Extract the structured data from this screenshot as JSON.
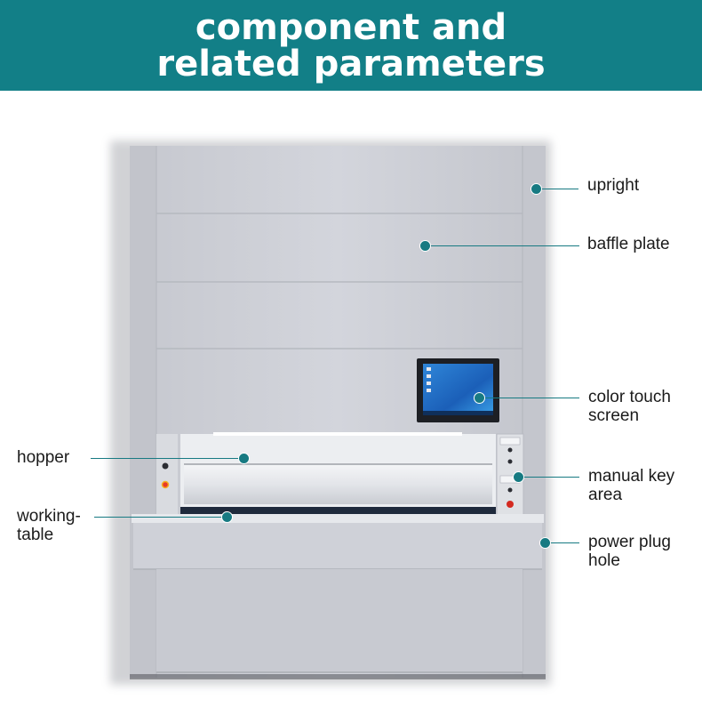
{
  "banner": {
    "title_line1": "component and",
    "title_line2": "related parameters",
    "background_color": "#127f87",
    "text_color": "#ffffff"
  },
  "callouts": {
    "upright": "upright",
    "baffle_plate": "baffle plate",
    "color_touch_screen_l1": "color touch",
    "color_touch_screen_l2": "screen",
    "hopper": "hopper",
    "manual_key_area_l1": "manual key",
    "manual_key_area_l2": "area",
    "working_table_l1": "working-",
    "working_table_l2": "table",
    "power_plug_hole_l1": "power plug",
    "power_plug_hole_l2": "hole"
  },
  "colors": {
    "accent": "#177a82",
    "cabinet": "#d0d2d9",
    "cabinet_dark": "#b9bcc4"
  }
}
